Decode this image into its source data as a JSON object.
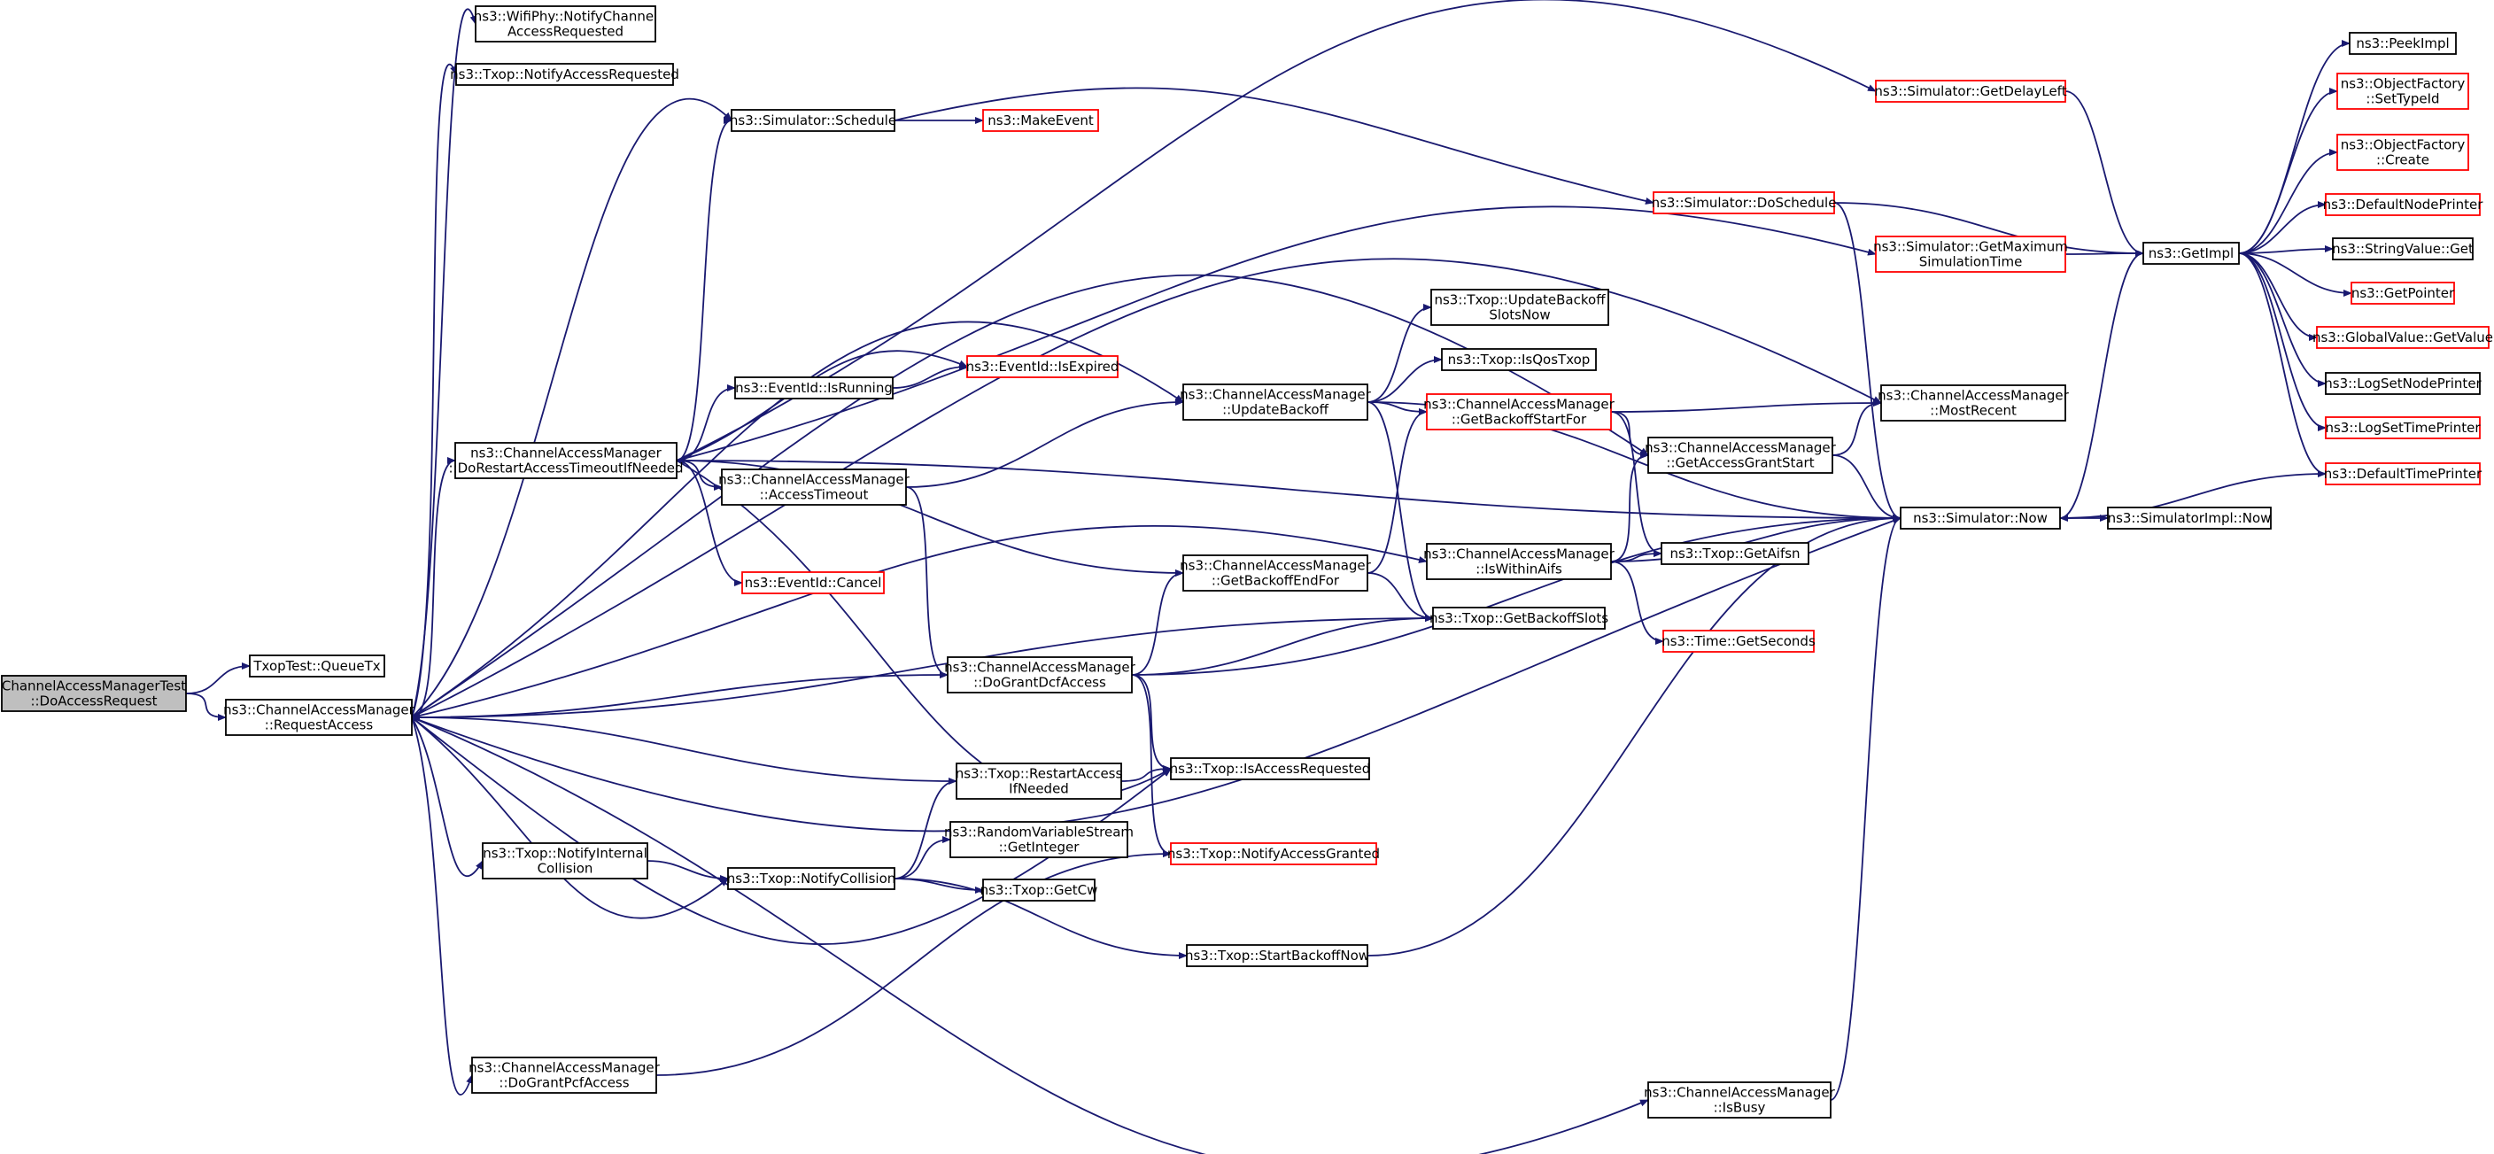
{
  "diagram": {
    "type": "call-graph",
    "colors": {
      "edge": "#191970",
      "node_border": "#000000",
      "node_border_truncated": "#ff0000",
      "root_fill": "#bfbfbf",
      "node_fill": "#ffffff"
    },
    "nodes": [
      {
        "id": "root",
        "lines": [
          "ChannelAccessManagerTest",
          "::DoAccessRequest"
        ],
        "style": "root"
      },
      {
        "id": "queuetx",
        "lines": [
          "TxopTest::QueueTx"
        ],
        "style": "normal"
      },
      {
        "id": "requestaccess",
        "lines": [
          "ns3::ChannelAccessManager",
          "::RequestAccess"
        ],
        "style": "normal"
      },
      {
        "id": "wifiphy",
        "lines": [
          "ns3::WifiPhy::NotifyChannel",
          "AccessRequested"
        ],
        "style": "normal"
      },
      {
        "id": "notifyaccessreq",
        "lines": [
          "ns3::Txop::NotifyAccessRequested"
        ],
        "style": "normal"
      },
      {
        "id": "schedule",
        "lines": [
          "ns3::Simulator::Schedule"
        ],
        "style": "normal"
      },
      {
        "id": "makeevent",
        "lines": [
          "ns3::MakeEvent"
        ],
        "style": "truncated"
      },
      {
        "id": "dorestart",
        "lines": [
          "ns3::ChannelAccessManager",
          "::DoRestartAccessTimeoutIfNeeded"
        ],
        "style": "normal"
      },
      {
        "id": "isrunning",
        "lines": [
          "ns3::EventId::IsRunning"
        ],
        "style": "normal"
      },
      {
        "id": "isexpired",
        "lines": [
          "ns3::EventId::IsExpired"
        ],
        "style": "truncated"
      },
      {
        "id": "accesstimeout",
        "lines": [
          "ns3::ChannelAccessManager",
          "::AccessTimeout"
        ],
        "style": "normal"
      },
      {
        "id": "cancel",
        "lines": [
          "ns3::EventId::Cancel"
        ],
        "style": "truncated"
      },
      {
        "id": "updatebackoff",
        "lines": [
          "ns3::ChannelAccessManager",
          "::UpdateBackoff"
        ],
        "style": "normal"
      },
      {
        "id": "getbackoffendfor",
        "lines": [
          "ns3::ChannelAccessManager",
          "::GetBackoffEndFor"
        ],
        "style": "normal"
      },
      {
        "id": "dograntdcf",
        "lines": [
          "ns3::ChannelAccessManager",
          "::DoGrantDcfAccess"
        ],
        "style": "normal"
      },
      {
        "id": "restartaccess",
        "lines": [
          "ns3::Txop::RestartAccess",
          "IfNeeded"
        ],
        "style": "normal"
      },
      {
        "id": "notifyinternal",
        "lines": [
          "ns3::Txop::NotifyInternal",
          "Collision"
        ],
        "style": "normal"
      },
      {
        "id": "notifycollision",
        "lines": [
          "ns3::Txop::NotifyCollision"
        ],
        "style": "normal"
      },
      {
        "id": "rvsgetinteger",
        "lines": [
          "ns3::RandomVariableStream",
          "::GetInteger"
        ],
        "style": "normal"
      },
      {
        "id": "getcw",
        "lines": [
          "ns3::Txop::GetCw"
        ],
        "style": "normal"
      },
      {
        "id": "isaccessrequested",
        "lines": [
          "ns3::Txop::IsAccessRequested"
        ],
        "style": "normal"
      },
      {
        "id": "notifyaccessgranted",
        "lines": [
          "ns3::Txop::NotifyAccessGranted"
        ],
        "style": "truncated"
      },
      {
        "id": "startbackoffnow",
        "lines": [
          "ns3::Txop::StartBackoffNow"
        ],
        "style": "normal"
      },
      {
        "id": "dograntpcf",
        "lines": [
          "ns3::ChannelAccessManager",
          "::DoGrantPcfAccess"
        ],
        "style": "normal"
      },
      {
        "id": "isbusy",
        "lines": [
          "ns3::ChannelAccessManager",
          "::IsBusy"
        ],
        "style": "normal"
      },
      {
        "id": "updatebackoffslots",
        "lines": [
          "ns3::Txop::UpdateBackoff",
          "SlotsNow"
        ],
        "style": "normal"
      },
      {
        "id": "isqostxop",
        "lines": [
          "ns3::Txop::IsQosTxop"
        ],
        "style": "normal"
      },
      {
        "id": "getbackoffstartfor",
        "lines": [
          "ns3::ChannelAccessManager",
          "::GetBackoffStartFor"
        ],
        "style": "truncated"
      },
      {
        "id": "iswithinaifs",
        "lines": [
          "ns3::ChannelAccessManager",
          "::IsWithinAifs"
        ],
        "style": "normal"
      },
      {
        "id": "getbackoffslots",
        "lines": [
          "ns3::Txop::GetBackoffSlots"
        ],
        "style": "normal"
      },
      {
        "id": "getseconds",
        "lines": [
          "ns3::Time::GetSeconds"
        ],
        "style": "truncated"
      },
      {
        "id": "getaifsn",
        "lines": [
          "ns3::Txop::GetAifsn"
        ],
        "style": "normal"
      },
      {
        "id": "getaccessgrantstart",
        "lines": [
          "ns3::ChannelAccessManager",
          "::GetAccessGrantStart"
        ],
        "style": "normal"
      },
      {
        "id": "mostrecent",
        "lines": [
          "ns3::ChannelAccessManager",
          "::MostRecent"
        ],
        "style": "normal"
      },
      {
        "id": "getdelayleft",
        "lines": [
          "ns3::Simulator::GetDelayLeft"
        ],
        "style": "truncated"
      },
      {
        "id": "doschedule",
        "lines": [
          "ns3::Simulator::DoSchedule"
        ],
        "style": "truncated"
      },
      {
        "id": "getmaxsimtime",
        "lines": [
          "ns3::Simulator::GetMaximum",
          "SimulationTime"
        ],
        "style": "truncated"
      },
      {
        "id": "now",
        "lines": [
          "ns3::Simulator::Now"
        ],
        "style": "normal"
      },
      {
        "id": "simimplnow",
        "lines": [
          "ns3::SimulatorImpl::Now"
        ],
        "style": "normal"
      },
      {
        "id": "getimpl",
        "lines": [
          "ns3::GetImpl"
        ],
        "style": "normal"
      },
      {
        "id": "peekimpl",
        "lines": [
          "ns3::PeekImpl"
        ],
        "style": "normal"
      },
      {
        "id": "settypeid",
        "lines": [
          "ns3::ObjectFactory",
          "::SetTypeId"
        ],
        "style": "truncated"
      },
      {
        "id": "ofcreate",
        "lines": [
          "ns3::ObjectFactory",
          "::Create"
        ],
        "style": "truncated"
      },
      {
        "id": "defaultnodeprinter",
        "lines": [
          "ns3::DefaultNodePrinter"
        ],
        "style": "truncated"
      },
      {
        "id": "stringvalueget",
        "lines": [
          "ns3::StringValue::Get"
        ],
        "style": "normal"
      },
      {
        "id": "getpointer",
        "lines": [
          "ns3::GetPointer"
        ],
        "style": "truncated"
      },
      {
        "id": "globalvaluegetvalue",
        "lines": [
          "ns3::GlobalValue::GetValue"
        ],
        "style": "truncated"
      },
      {
        "id": "logsetnodeprinter",
        "lines": [
          "ns3::LogSetNodePrinter"
        ],
        "style": "normal"
      },
      {
        "id": "logsettimeprinter",
        "lines": [
          "ns3::LogSetTimePrinter"
        ],
        "style": "truncated"
      },
      {
        "id": "defaulttimeprinter",
        "lines": [
          "ns3::DefaultTimePrinter"
        ],
        "style": "truncated"
      }
    ],
    "edges": [
      [
        "root",
        "queuetx"
      ],
      [
        "root",
        "requestaccess"
      ],
      [
        "requestaccess",
        "wifiphy"
      ],
      [
        "requestaccess",
        "notifyaccessreq"
      ],
      [
        "requestaccess",
        "schedule"
      ],
      [
        "requestaccess",
        "dorestart"
      ],
      [
        "requestaccess",
        "updatebackoff"
      ],
      [
        "requestaccess",
        "getbackoffslots"
      ],
      [
        "requestaccess",
        "dograntdcf"
      ],
      [
        "requestaccess",
        "notifyinternal"
      ],
      [
        "requestaccess",
        "notifycollision"
      ],
      [
        "requestaccess",
        "isaccessrequested"
      ],
      [
        "requestaccess",
        "now"
      ],
      [
        "requestaccess",
        "dograntpcf"
      ],
      [
        "requestaccess",
        "isbusy"
      ],
      [
        "requestaccess",
        "mostrecent"
      ],
      [
        "requestaccess",
        "getaccessgrantstart"
      ],
      [
        "requestaccess",
        "iswithinaifs"
      ],
      [
        "schedule",
        "makeevent"
      ],
      [
        "schedule",
        "doschedule"
      ],
      [
        "dorestart",
        "isrunning"
      ],
      [
        "dorestart",
        "isexpired"
      ],
      [
        "dorestart",
        "accesstimeout"
      ],
      [
        "dorestart",
        "cancel"
      ],
      [
        "dorestart",
        "schedule"
      ],
      [
        "dorestart",
        "getbackoffendfor"
      ],
      [
        "dorestart",
        "getdelayleft"
      ],
      [
        "dorestart",
        "getmaxsimtime"
      ],
      [
        "dorestart",
        "isaccessrequested"
      ],
      [
        "isrunning",
        "isexpired"
      ],
      [
        "accesstimeout",
        "updatebackoff"
      ],
      [
        "accesstimeout",
        "dograntdcf"
      ],
      [
        "updatebackoff",
        "updatebackoffslots"
      ],
      [
        "updatebackoff",
        "isqostxop"
      ],
      [
        "updatebackoff",
        "getbackoffstartfor"
      ],
      [
        "updatebackoff",
        "getbackoffslots"
      ],
      [
        "updatebackoff",
        "now"
      ],
      [
        "getbackoffendfor",
        "getbackoffstartfor"
      ],
      [
        "getbackoffendfor",
        "getbackoffslots"
      ],
      [
        "dograntdcf",
        "getbackoffendfor"
      ],
      [
        "dograntdcf",
        "getbackoffslots"
      ],
      [
        "dograntdcf",
        "isaccessrequested"
      ],
      [
        "dograntdcf",
        "notifyaccessgranted"
      ],
      [
        "dograntdcf",
        "now"
      ],
      [
        "restartaccess",
        "requestaccess"
      ],
      [
        "restartaccess",
        "isaccessrequested"
      ],
      [
        "notifyinternal",
        "notifycollision"
      ],
      [
        "notifycollision",
        "restartaccess"
      ],
      [
        "notifycollision",
        "rvsgetinteger"
      ],
      [
        "notifycollision",
        "getcw"
      ],
      [
        "notifycollision",
        "startbackoffnow"
      ],
      [
        "startbackoffnow",
        "now"
      ],
      [
        "dograntpcf",
        "notifyaccessgranted"
      ],
      [
        "isbusy",
        "now"
      ],
      [
        "getbackoffstartfor",
        "mostrecent"
      ],
      [
        "getbackoffstartfor",
        "getaccessgrantstart"
      ],
      [
        "getbackoffstartfor",
        "getaifsn"
      ],
      [
        "iswithinaifs",
        "getaccessgrantstart"
      ],
      [
        "iswithinaifs",
        "getaifsn"
      ],
      [
        "iswithinaifs",
        "getseconds"
      ],
      [
        "iswithinaifs",
        "now"
      ],
      [
        "getaccessgrantstart",
        "mostrecent"
      ],
      [
        "getaccessgrantstart",
        "now"
      ],
      [
        "getdelayleft",
        "getimpl"
      ],
      [
        "doschedule",
        "getimpl"
      ],
      [
        "doschedule",
        "now"
      ],
      [
        "getmaxsimtime",
        "getimpl"
      ],
      [
        "now",
        "getimpl"
      ],
      [
        "now",
        "simimplnow"
      ],
      [
        "now",
        "dorestart"
      ],
      [
        "getimpl",
        "peekimpl"
      ],
      [
        "getimpl",
        "settypeid"
      ],
      [
        "getimpl",
        "ofcreate"
      ],
      [
        "getimpl",
        "defaultnodeprinter"
      ],
      [
        "getimpl",
        "stringvalueget"
      ],
      [
        "getimpl",
        "getpointer"
      ],
      [
        "getimpl",
        "globalvaluegetvalue"
      ],
      [
        "getimpl",
        "logsetnodeprinter"
      ],
      [
        "getimpl",
        "logsettimeprinter"
      ],
      [
        "getimpl",
        "defaulttimeprinter"
      ],
      [
        "defaulttimeprinter",
        "now"
      ]
    ]
  }
}
